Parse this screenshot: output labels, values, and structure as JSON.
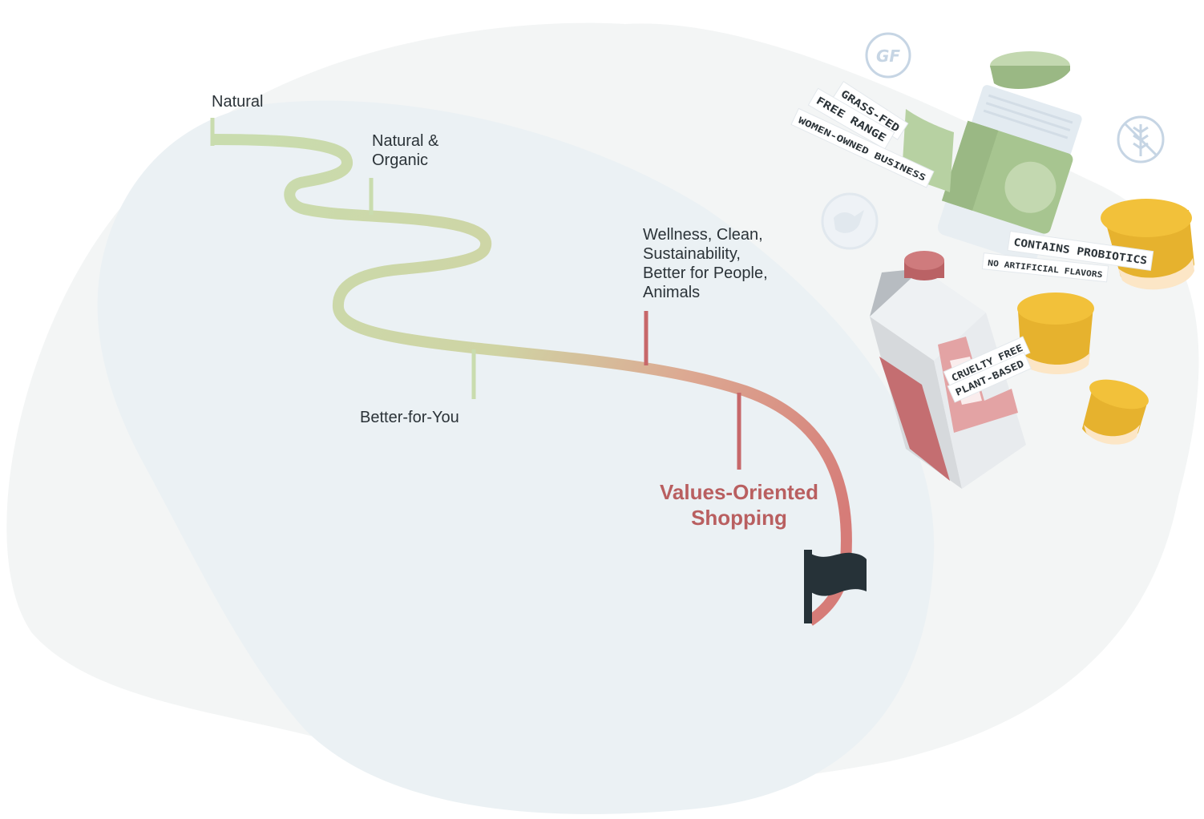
{
  "milestones": [
    {
      "label": "Natural"
    },
    {
      "label": "Natural &\nOrganic"
    },
    {
      "label": "Better-for-You"
    },
    {
      "label": "Wellness, Clean,\nSustainability,\nBetter for People,\nAnimals"
    }
  ],
  "destination": {
    "label": "Values-Oriented\nShopping"
  },
  "badges": {
    "gluten_free": "GF"
  },
  "product_tags": {
    "grass_fed": "GRASS-FED",
    "free_range": "FREE RANGE",
    "women_owned": "WOMEN-OWNED BUSINESS",
    "probiotics": "CONTAINS PROBIOTICS",
    "no_artificial": "NO ARTIFICIAL FLAVORS",
    "cruelty_free": "CRUELTY FREE",
    "plant_based": "PLANT-BASED"
  },
  "colors": {
    "path_start": "#c9dcae",
    "path_end": "#d67c78",
    "accent": "#b95f60",
    "flag": "#263238",
    "blob_outer": "#f3f5f5",
    "blob_inner": "#ebf1f4"
  },
  "icons": [
    "flag-icon",
    "no-gluten-icon",
    "bird-icon",
    "gluten-free-badge-icon"
  ]
}
